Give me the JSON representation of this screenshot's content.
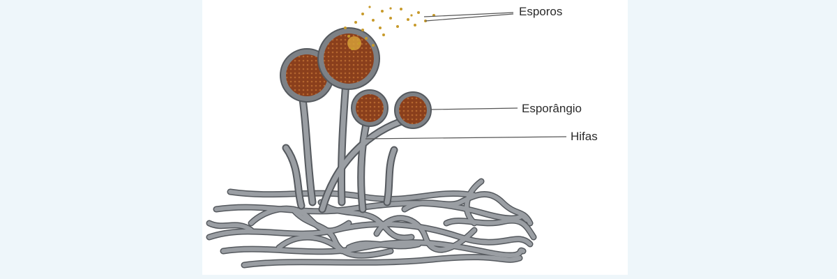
{
  "labels": {
    "spores": "Esporos",
    "sporangium": "Esporângio",
    "hyphae": "Hifas"
  },
  "colors": {
    "background": "#eef6fa",
    "panel": "#ffffff",
    "hypha_fill": "#9a9ea3",
    "hypha_outline": "#55595e",
    "sporangium_fill": "#8a3f1c",
    "sporangium_ring": "#7d8186",
    "spore": "#c79a2b",
    "leader_line": "#555555",
    "text": "#2a2a2a"
  }
}
